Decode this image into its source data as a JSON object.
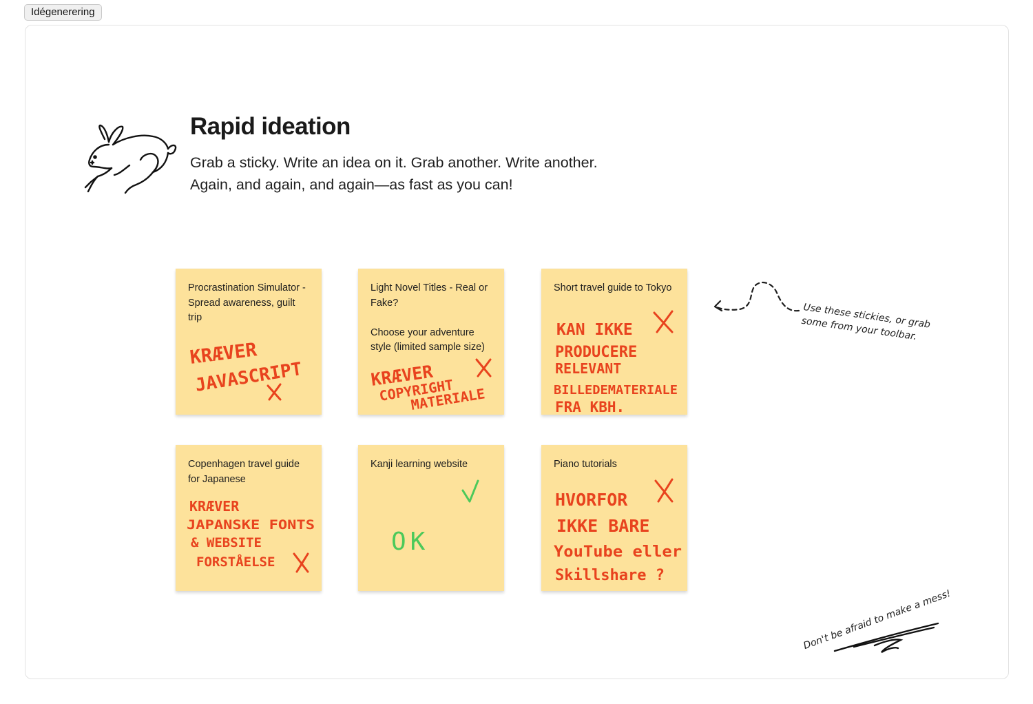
{
  "frame": {
    "tab_label": "Idégenerering"
  },
  "header": {
    "title": "Rapid ideation",
    "subtitle": "Grab a sticky. Write an idea on it. Grab another. Write another. Again, and again, and again—as fast as you can!"
  },
  "stickies": [
    {
      "text": "Procrastination Simulator - Spread awareness, guilt trip",
      "handwriting": [
        "KRÆVER",
        "JAVASCRIPT"
      ],
      "mark": "x"
    },
    {
      "text": "Light Novel Titles - Real or Fake?\n\nChoose your adventure style (limited sample size)",
      "handwriting": [
        "KRÆVER",
        "COPYRIGHT",
        "MATERIALE"
      ],
      "mark": "x"
    },
    {
      "text": "Short travel guide to Tokyo",
      "handwriting": [
        "KAN IKKE",
        "PRODUCERE",
        "RELEVANT",
        "BILLEDEMATERIALE",
        "FRA KBH."
      ],
      "mark": "x"
    },
    {
      "text": "Copenhagen travel guide for Japanese",
      "handwriting": [
        "KRÆVER",
        "JAPANSKE FONTS",
        "& WEBSITE",
        "FORSTÅELSE"
      ],
      "mark": "x"
    },
    {
      "text": "Kanji learning website",
      "handwriting": [
        "OK"
      ],
      "mark": "check"
    },
    {
      "text": "Piano tutorials",
      "handwriting": [
        "HVORFOR",
        "IKKE BARE",
        "YouTube eller",
        "Skillshare ?"
      ],
      "mark": "x"
    }
  ],
  "annotations": {
    "stickies_hint_line1": "Use these stickies, or grab",
    "stickies_hint_line2": "some from your toolbar.",
    "mess_hint": "Don't be afraid to make a mess!"
  },
  "colors": {
    "sticky_yellow": "#fde29b",
    "ink_red": "#e8431e",
    "ink_green": "#4cc95a"
  }
}
